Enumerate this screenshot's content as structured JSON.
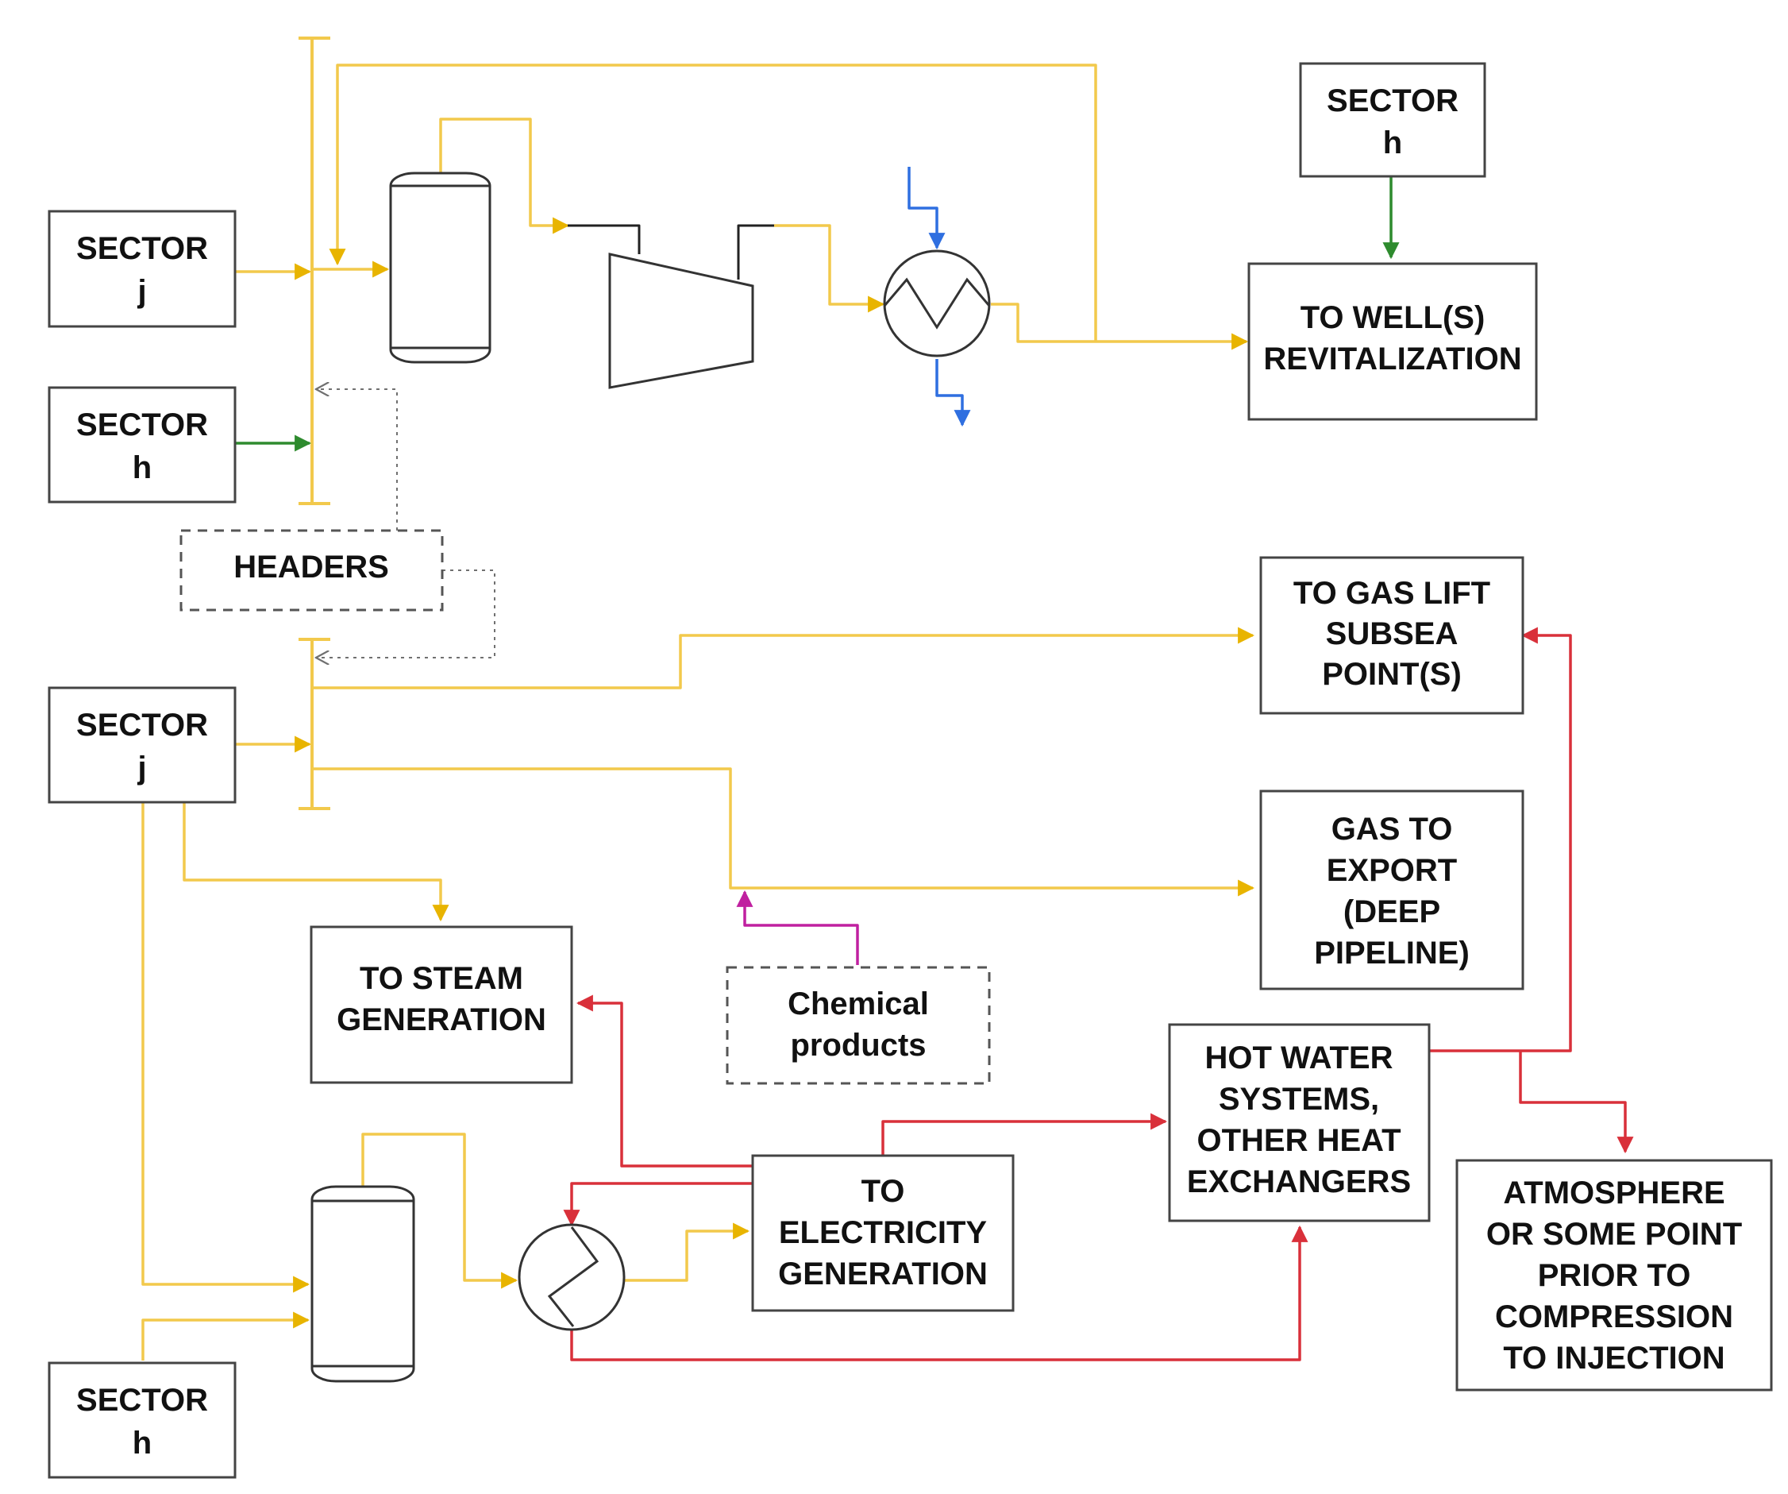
{
  "colors": {
    "gas": "#F2C94C",
    "gas_arrow": "#E8B400",
    "sector_h_flow": "#2E8B2E",
    "hot_water": "#D9303A",
    "chemical": "#C020A0",
    "cooling_water": "#2F6FE0",
    "header_link": "#707070",
    "box_border": "#444444"
  },
  "boxes": {
    "sector_j_top": [
      "SECTOR",
      "j"
    ],
    "sector_h_left": [
      "SECTOR",
      "h"
    ],
    "sector_h_top": [
      "SECTOR",
      "h"
    ],
    "well_revitalization": [
      "TO WELL(S)",
      "REVITALIZATION"
    ],
    "headers": [
      "HEADERS"
    ],
    "gas_lift": [
      "TO GAS LIFT",
      "SUBSEA",
      "POINT(S)"
    ],
    "sector_j_mid": [
      "SECTOR",
      "j"
    ],
    "gas_export": [
      "GAS TO",
      "EXPORT",
      "(DEEP",
      "PIPELINE)"
    ],
    "steam_generation": [
      "TO STEAM",
      "GENERATION"
    ],
    "chemical_products": [
      "Chemical",
      "products"
    ],
    "hot_water_systems": [
      "HOT WATER",
      "SYSTEMS,",
      "OTHER HEAT",
      "EXCHANGERS"
    ],
    "electricity_generation": [
      "TO",
      "ELECTRICITY",
      "GENERATION"
    ],
    "atmosphere": [
      "ATMOSPHERE",
      "OR SOME POINT",
      "PRIOR TO",
      "COMPRESSION",
      "TO INJECTION"
    ],
    "sector_h_bottom": [
      "SECTOR",
      "h"
    ]
  },
  "icons": {
    "separator_top": "vertical-vessel-icon",
    "compressor": "compressor-icon",
    "heat_exchanger_top": "heat-exchanger-icon",
    "separator_bottom": "vertical-vessel-icon",
    "heat_exchanger_bottom": "heat-exchanger-icon"
  }
}
